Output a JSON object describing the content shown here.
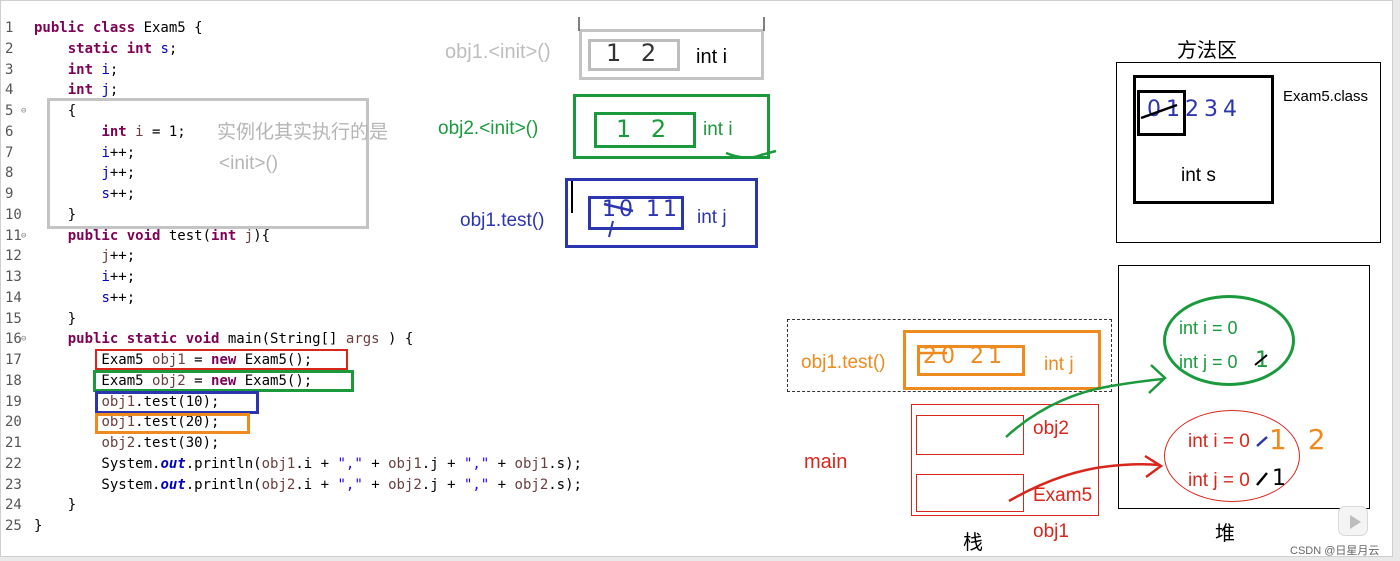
{
  "code": {
    "lines": [
      {
        "n": "1",
        "parts": [
          [
            "kw",
            "public class "
          ],
          [
            "",
            "Exam5 {"
          ]
        ]
      },
      {
        "n": "2",
        "parts": [
          [
            "",
            "    "
          ],
          [
            "kw",
            "static int "
          ],
          [
            "fld",
            "s"
          ],
          [
            "",
            ";"
          ]
        ]
      },
      {
        "n": "3",
        "parts": [
          [
            "",
            "    "
          ],
          [
            "kw",
            "int "
          ],
          [
            "fld",
            "i"
          ],
          [
            "",
            ";"
          ]
        ]
      },
      {
        "n": "4",
        "parts": [
          [
            "",
            "    "
          ],
          [
            "kw",
            "int "
          ],
          [
            "fld",
            "j"
          ],
          [
            "",
            ";"
          ]
        ]
      },
      {
        "n": "5",
        "parts": [
          [
            "",
            "    {"
          ]
        ]
      },
      {
        "n": "6",
        "parts": [
          [
            "",
            "        "
          ],
          [
            "kw",
            "int "
          ],
          [
            "var",
            "i"
          ],
          [
            "",
            " = 1;"
          ]
        ]
      },
      {
        "n": "7",
        "parts": [
          [
            "",
            "        "
          ],
          [
            "fld",
            "i"
          ],
          [
            "",
            "++;"
          ]
        ]
      },
      {
        "n": "8",
        "parts": [
          [
            "",
            "        "
          ],
          [
            "fld",
            "j"
          ],
          [
            "",
            "++;"
          ]
        ]
      },
      {
        "n": "9",
        "parts": [
          [
            "",
            "        "
          ],
          [
            "fld",
            "s"
          ],
          [
            "",
            "++;"
          ]
        ]
      },
      {
        "n": "10",
        "parts": [
          [
            "",
            "    }"
          ]
        ]
      },
      {
        "n": "11",
        "parts": [
          [
            "",
            "    "
          ],
          [
            "kw",
            "public void "
          ],
          [
            "",
            "test("
          ],
          [
            "kw",
            "int "
          ],
          [
            "var",
            "j"
          ],
          [
            "",
            "){"
          ]
        ]
      },
      {
        "n": "12",
        "parts": [
          [
            "",
            "        "
          ],
          [
            "var",
            "j"
          ],
          [
            "",
            "++;"
          ]
        ]
      },
      {
        "n": "13",
        "parts": [
          [
            "",
            "        "
          ],
          [
            "fld",
            "i"
          ],
          [
            "",
            "++;"
          ]
        ]
      },
      {
        "n": "14",
        "parts": [
          [
            "",
            "        "
          ],
          [
            "fld",
            "s"
          ],
          [
            "",
            "++;"
          ]
        ]
      },
      {
        "n": "15",
        "parts": [
          [
            "",
            "    }"
          ]
        ]
      },
      {
        "n": "16",
        "parts": [
          [
            "",
            "    "
          ],
          [
            "kw",
            "public static void "
          ],
          [
            "",
            "main(String[] "
          ],
          [
            "var",
            "args"
          ],
          [
            "",
            " ) {"
          ]
        ]
      },
      {
        "n": "17",
        "parts": [
          [
            "",
            "        Exam5 "
          ],
          [
            "var",
            "obj1"
          ],
          [
            "",
            " = "
          ],
          [
            "kw",
            "new "
          ],
          [
            "",
            "Exam5();"
          ]
        ]
      },
      {
        "n": "18",
        "parts": [
          [
            "",
            "        Exam5 "
          ],
          [
            "var",
            "obj2"
          ],
          [
            "",
            " = "
          ],
          [
            "kw",
            "new "
          ],
          [
            "",
            "Exam5();"
          ]
        ]
      },
      {
        "n": "19",
        "parts": [
          [
            "",
            "        "
          ],
          [
            "var",
            "obj1"
          ],
          [
            "",
            ".test(10);"
          ]
        ]
      },
      {
        "n": "20",
        "parts": [
          [
            "",
            "        "
          ],
          [
            "var",
            "obj1"
          ],
          [
            "",
            ".test(20);"
          ]
        ]
      },
      {
        "n": "21",
        "parts": [
          [
            "",
            "        "
          ],
          [
            "var",
            "obj2"
          ],
          [
            "",
            ".test(30);"
          ]
        ]
      },
      {
        "n": "22",
        "parts": [
          [
            "",
            "        System."
          ],
          [
            "sfld",
            "out"
          ],
          [
            "",
            ".println("
          ],
          [
            "var",
            "obj1"
          ],
          [
            "",
            ".i + "
          ],
          [
            "str",
            "\",\""
          ],
          [
            "",
            " + "
          ],
          [
            "var",
            "obj1"
          ],
          [
            "",
            ".j + "
          ],
          [
            "str",
            "\",\""
          ],
          [
            "",
            " + "
          ],
          [
            "var",
            "obj1"
          ],
          [
            "",
            ".s);"
          ]
        ]
      },
      {
        "n": "23",
        "parts": [
          [
            "",
            "        System."
          ],
          [
            "sfld",
            "out"
          ],
          [
            "",
            ".println("
          ],
          [
            "var",
            "obj2"
          ],
          [
            "",
            ".i + "
          ],
          [
            "str",
            "\",\""
          ],
          [
            "",
            " + "
          ],
          [
            "var",
            "obj2"
          ],
          [
            "",
            ".j + "
          ],
          [
            "str",
            "\",\""
          ],
          [
            "",
            " + "
          ],
          [
            "var",
            "obj2"
          ],
          [
            "",
            ".s);"
          ]
        ]
      },
      {
        "n": "24",
        "parts": [
          [
            "",
            "    }"
          ]
        ]
      },
      {
        "n": "25",
        "parts": [
          [
            "",
            "}"
          ]
        ]
      }
    ]
  },
  "annotations": {
    "init_note_line1": "实例化其实执行的是",
    "init_note_line2": "<init>()",
    "frame_obj1_init": "obj1.<init>()",
    "frame_obj1_init_field": "int i",
    "frame_obj1_init_value": "1 2",
    "frame_obj2_init": "obj2.<init>()",
    "frame_obj2_init_field": "int i",
    "frame_obj2_init_value": "1 2",
    "frame_obj1_test10": "obj1.test()",
    "frame_obj1_test10_field": "int j",
    "frame_obj1_test10_value": "10 11",
    "frame_obj1_test20": "obj1.test()",
    "frame_obj1_test20_field": "int j",
    "frame_obj1_test20_value": "20 21"
  },
  "method_area": {
    "title": "方法区",
    "class_label": "Exam5.class",
    "static_field": "int s",
    "static_values": "0 1 2 3 4"
  },
  "heap": {
    "title": "堆",
    "obj2_i": "int i = 0",
    "obj2_j": "int j = 0",
    "obj2_j_new": "1",
    "obj1_i": "int i = 0",
    "obj1_i_new": "1 2",
    "obj1_j": "int j = 0",
    "obj1_j_new": "1"
  },
  "stack": {
    "title": "栈",
    "frame_label": "main",
    "ref_obj2": "obj2",
    "ref_exam5": "Exam5",
    "ref_obj1": "obj1"
  },
  "watermark": "CSDN @日星月云",
  "colors": {
    "gray": "#c4c4c4",
    "green": "#1a9a3c",
    "blue": "#2b35b0",
    "orange": "#ef8a1e",
    "red": "#d9261c",
    "black": "#000000"
  }
}
